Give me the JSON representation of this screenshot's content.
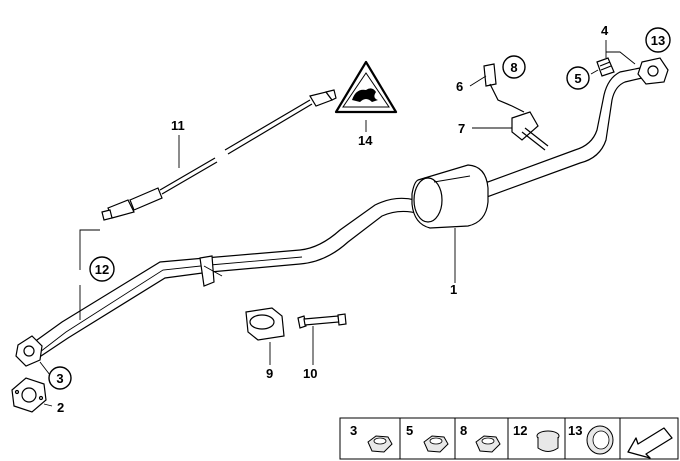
{
  "diagram": {
    "callouts": [
      {
        "id": "c1",
        "label": "1",
        "circled": false
      },
      {
        "id": "c2",
        "label": "2",
        "circled": false
      },
      {
        "id": "c3",
        "label": "3",
        "circled": true
      },
      {
        "id": "c4",
        "label": "4",
        "circled": false
      },
      {
        "id": "c5",
        "label": "5",
        "circled": true
      },
      {
        "id": "c6",
        "label": "6",
        "circled": false
      },
      {
        "id": "c7",
        "label": "7",
        "circled": false
      },
      {
        "id": "c8",
        "label": "8",
        "circled": true
      },
      {
        "id": "c9",
        "label": "9",
        "circled": false
      },
      {
        "id": "c10",
        "label": "10",
        "circled": false
      },
      {
        "id": "c11",
        "label": "11",
        "circled": false
      },
      {
        "id": "c12",
        "label": "12",
        "circled": true
      },
      {
        "id": "c13",
        "label": "13",
        "circled": true
      },
      {
        "id": "c14",
        "label": "14",
        "circled": false
      }
    ],
    "legend": [
      {
        "label": "3",
        "icon": "nut-icon"
      },
      {
        "label": "5",
        "icon": "nut-icon"
      },
      {
        "label": "8",
        "icon": "nut-icon"
      },
      {
        "label": "12",
        "icon": "plug-icon"
      },
      {
        "label": "13",
        "icon": "ring-icon"
      },
      {
        "label": "",
        "icon": "direction-arrow-icon"
      }
    ]
  }
}
